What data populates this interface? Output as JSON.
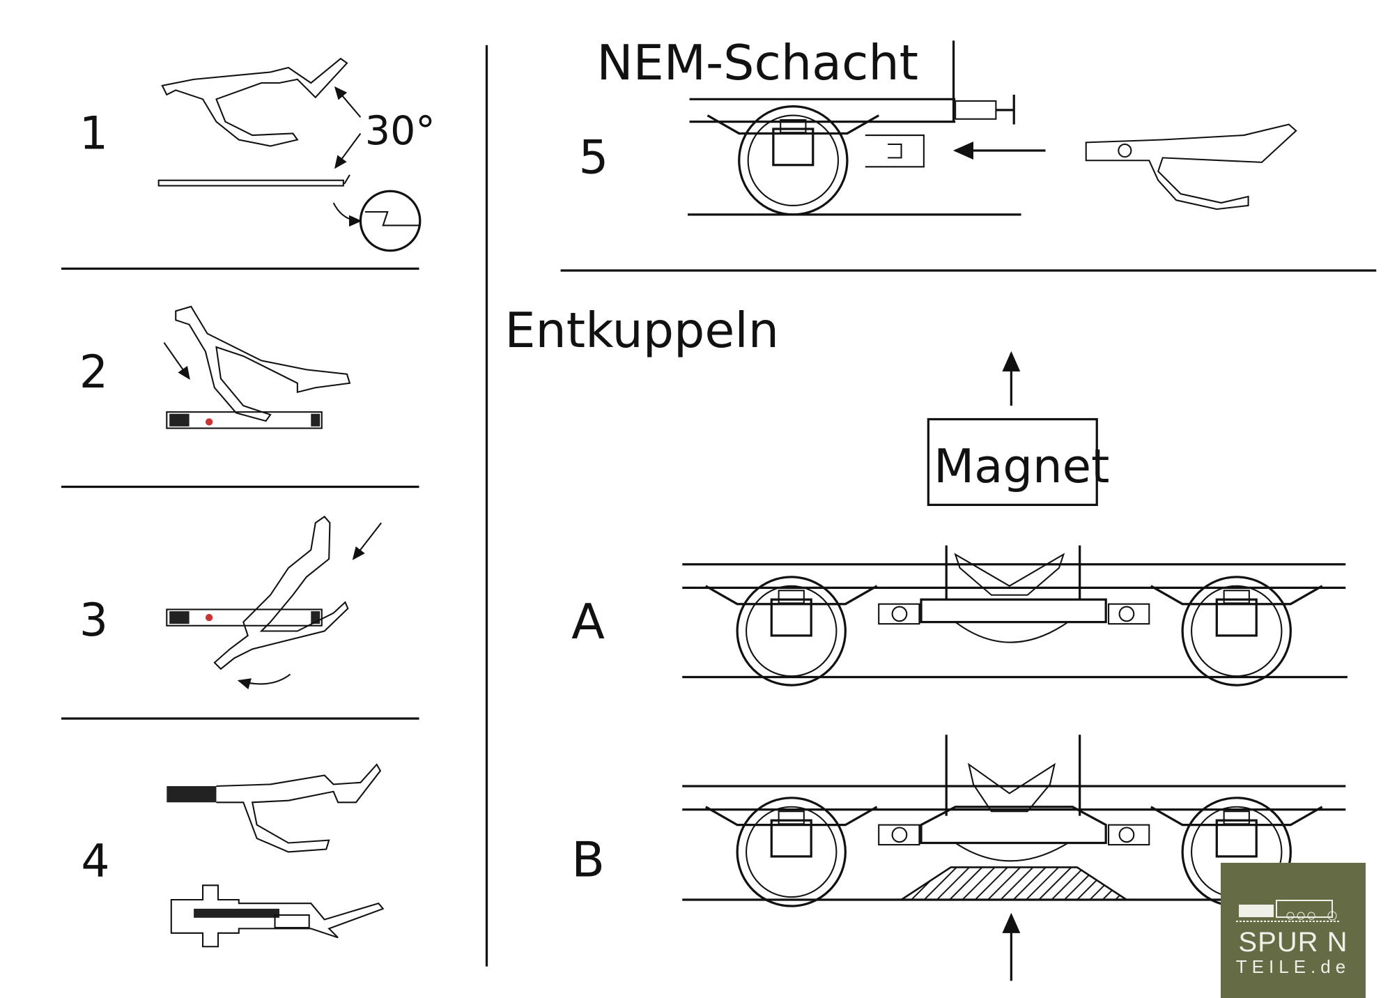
{
  "steps": {
    "s1": "1",
    "s2": "2",
    "s3": "3",
    "s4": "4",
    "s5": "5"
  },
  "angle_label": "30°",
  "nem_title": "NEM-Schacht",
  "uncouple_title": "Entkuppeln",
  "magnet_label": "Magnet",
  "variants": {
    "a": "A",
    "b": "B"
  },
  "logo": {
    "line1": "SPUR N",
    "line2": "TEILE.de",
    "bg_color": "#646b45"
  }
}
